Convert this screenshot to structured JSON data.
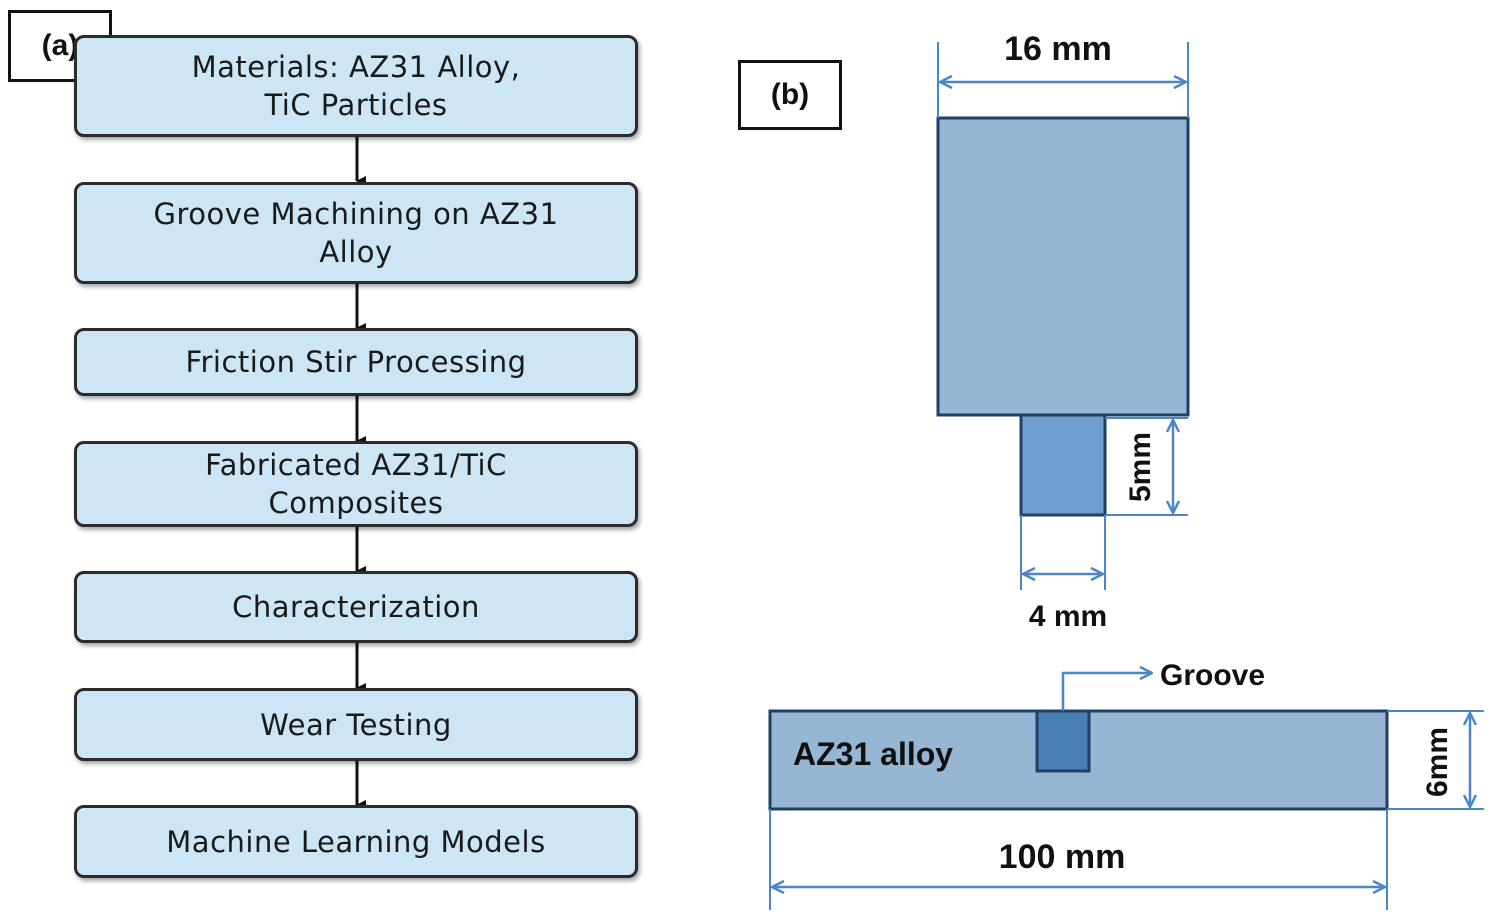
{
  "panel_a": {
    "label": "(a)",
    "steps": [
      {
        "line1": "Materials: AZ31 Alloy,",
        "line2": "TiC Particles"
      },
      {
        "line1": "Groove Machining on AZ31",
        "line2": "Alloy"
      },
      {
        "line1": "Friction Stir Processing",
        "line2": ""
      },
      {
        "line1": "Fabricated AZ31/TiC",
        "line2": "Composites"
      },
      {
        "line1": "Characterization",
        "line2": ""
      },
      {
        "line1": "Wear Testing",
        "line2": ""
      },
      {
        "line1": "Machine Learning Models",
        "line2": ""
      }
    ]
  },
  "panel_b": {
    "label": "(b)",
    "tool": {
      "shoulder_width_label": "16 mm",
      "pin_length_label": "5mm",
      "pin_width_label": "4 mm"
    },
    "plate": {
      "material_label": "AZ31 alloy",
      "groove_label": "Groove",
      "thickness_label": "6mm",
      "length_label": "100 mm"
    }
  },
  "colors": {
    "step_fill": "#cde6f6",
    "shoulder_fill": "#97b6d4",
    "pin_fill": "#6f9fcf",
    "plate_fill": "#97b6d4",
    "groove_fill": "#4a7fb5",
    "dimension_line": "#4a86c8"
  }
}
